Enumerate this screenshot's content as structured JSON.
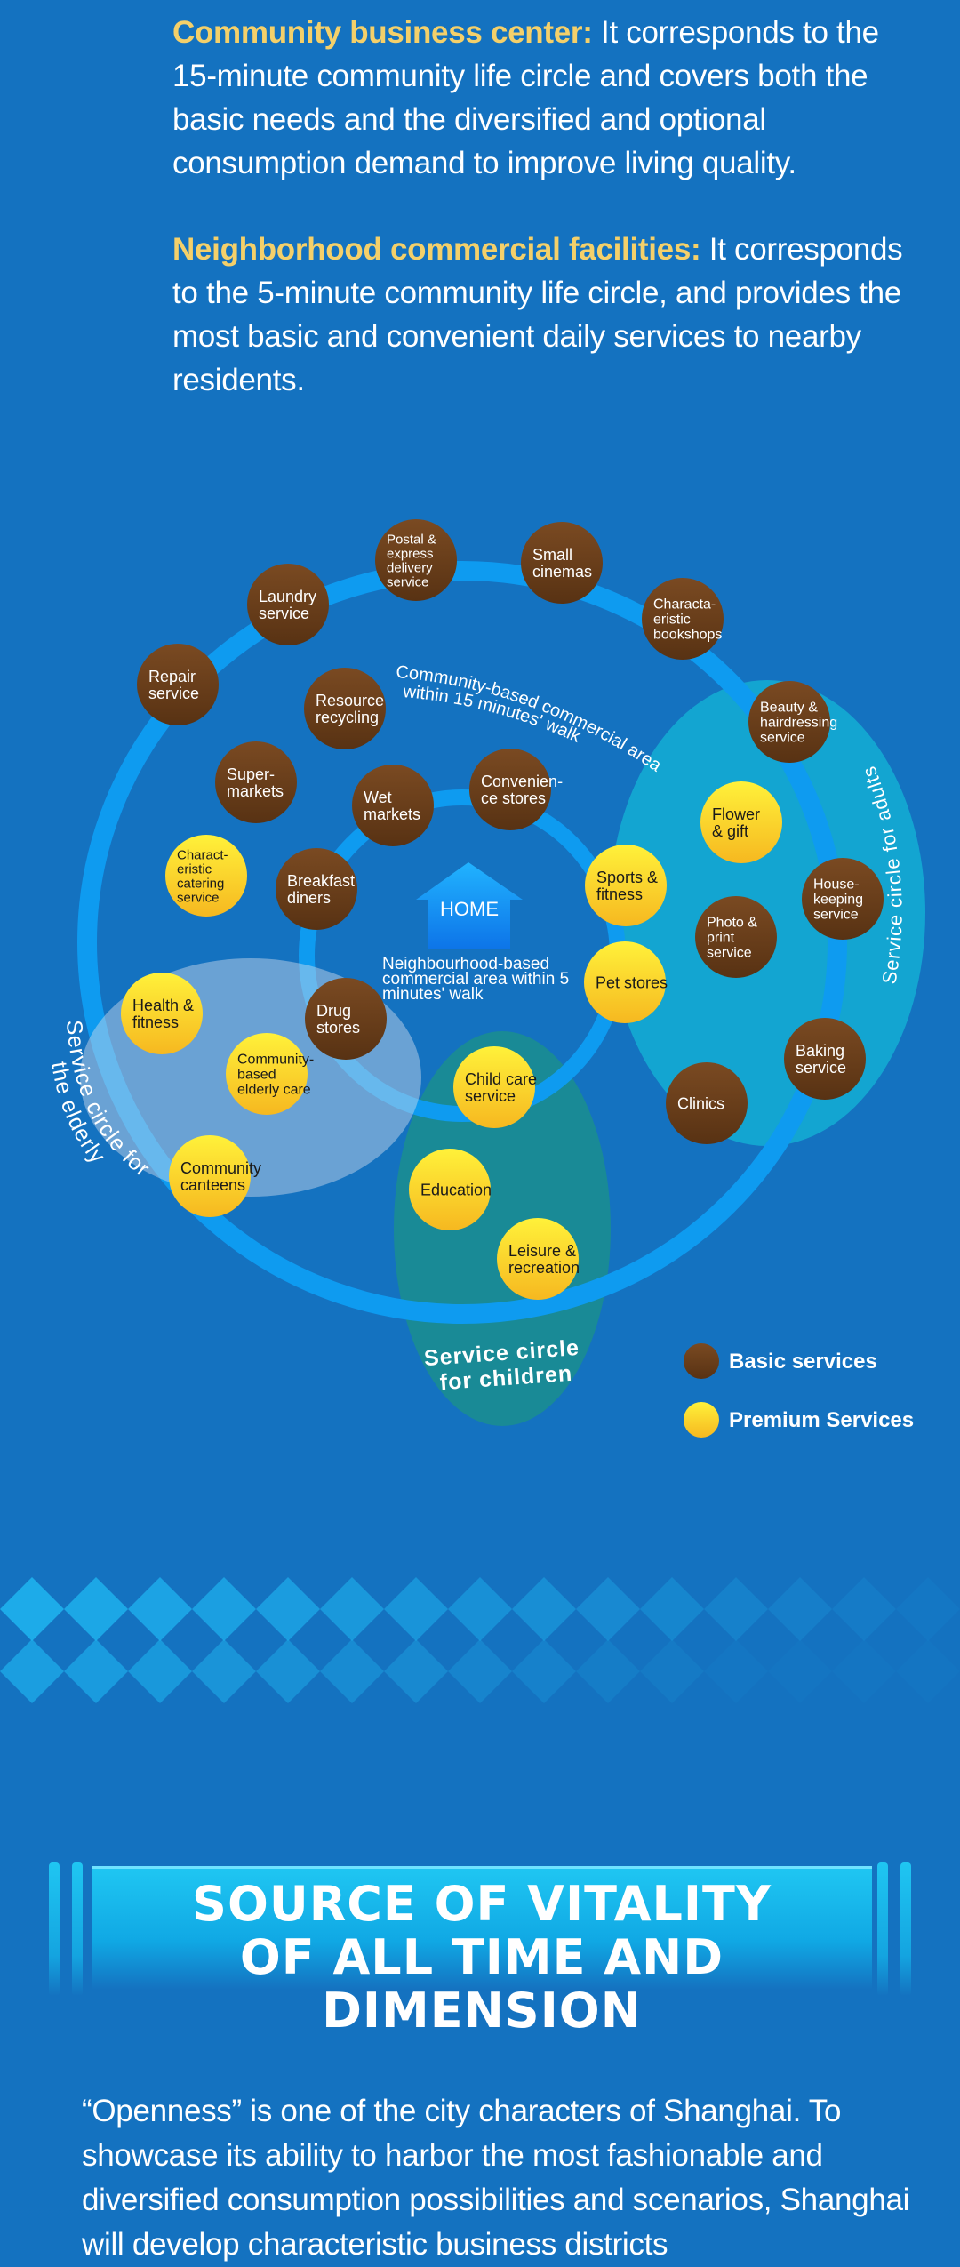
{
  "intro": {
    "community_center": {
      "lead": "Community business center:",
      "text": " It corresponds to the 15-minute community life circle and covers both the basic needs and the diversified and optional consumption demand to improve living quality."
    },
    "neighborhood": {
      "lead": "Neighborhood commercial facilities:",
      "text": " It corresponds to the 5-minute community life circle, and provides the most basic and convenient daily services to nearby residents."
    }
  },
  "diagram": {
    "center_label": "HOME",
    "ring_15_label": [
      "Community-based commercial area",
      "within 15 minutes' walk"
    ],
    "ring_5_label": [
      "Neighbourhood-based",
      "commercial area within 5",
      "minutes' walk"
    ],
    "zones": {
      "adults": "Service circle for adults",
      "elderly": [
        "Service circle for",
        "the elderly"
      ],
      "children": [
        "Service circle",
        "for children"
      ]
    },
    "colors": {
      "basic": "#6b3e1a",
      "premium": "#fbd21f",
      "ring": "#0e9bf0",
      "background": "#1472c0"
    },
    "legend": {
      "basic": "Basic services",
      "premium": "Premium Services"
    },
    "nodes": [
      {
        "lines": [
          "Postal &",
          "express",
          "delivery",
          "service"
        ],
        "type": "basic"
      },
      {
        "lines": [
          "Small",
          "cinemas"
        ],
        "type": "basic"
      },
      {
        "lines": [
          "Laundry",
          "service"
        ],
        "type": "basic"
      },
      {
        "lines": [
          "Characta-",
          "eristic",
          "bookshops"
        ],
        "type": "basic"
      },
      {
        "lines": [
          "Repair",
          "service"
        ],
        "type": "basic"
      },
      {
        "lines": [
          "Resource",
          "recycling"
        ],
        "type": "basic"
      },
      {
        "lines": [
          "Beauty &",
          "hairdressing",
          "service"
        ],
        "type": "basic"
      },
      {
        "lines": [
          "Super-",
          "markets"
        ],
        "type": "basic"
      },
      {
        "lines": [
          "Convenien-",
          "ce stores"
        ],
        "type": "basic"
      },
      {
        "lines": [
          "Wet",
          "markets"
        ],
        "type": "basic"
      },
      {
        "lines": [
          "Flower",
          "& gift"
        ],
        "type": "premium"
      },
      {
        "lines": [
          "Charact-",
          "eristic",
          "catering",
          "service"
        ],
        "type": "premium"
      },
      {
        "lines": [
          "Breakfast",
          "diners"
        ],
        "type": "basic"
      },
      {
        "lines": [
          "Sports &",
          "fitness"
        ],
        "type": "premium"
      },
      {
        "lines": [
          "House-",
          "keeping",
          "service"
        ],
        "type": "basic"
      },
      {
        "lines": [
          "Photo &",
          "print",
          "service"
        ],
        "type": "basic"
      },
      {
        "lines": [
          "Pet stores"
        ],
        "type": "premium"
      },
      {
        "lines": [
          "Health &",
          "fitness"
        ],
        "type": "premium"
      },
      {
        "lines": [
          "Drug",
          "stores"
        ],
        "type": "basic"
      },
      {
        "lines": [
          "Community-",
          "based",
          "elderly care"
        ],
        "type": "premium"
      },
      {
        "lines": [
          "Baking",
          "service"
        ],
        "type": "basic"
      },
      {
        "lines": [
          "Child care",
          "service"
        ],
        "type": "premium"
      },
      {
        "lines": [
          "Clinics"
        ],
        "type": "basic"
      },
      {
        "lines": [
          "Community",
          "canteens"
        ],
        "type": "premium"
      },
      {
        "lines": [
          "Education"
        ],
        "type": "premium"
      },
      {
        "lines": [
          "Leisure &",
          "recreation"
        ],
        "type": "premium"
      }
    ]
  },
  "banner": {
    "lines": [
      "SOURCE OF VITALITY",
      "OF ALL TIME AND DIMENSION"
    ]
  },
  "bottom": {
    "text": "“Openness” is one of the city characters of Shanghai. To showcase its ability to harbor the most fashionable and diversified consumption possibilities and scenarios, Shanghai will develop characteristic business districts"
  }
}
